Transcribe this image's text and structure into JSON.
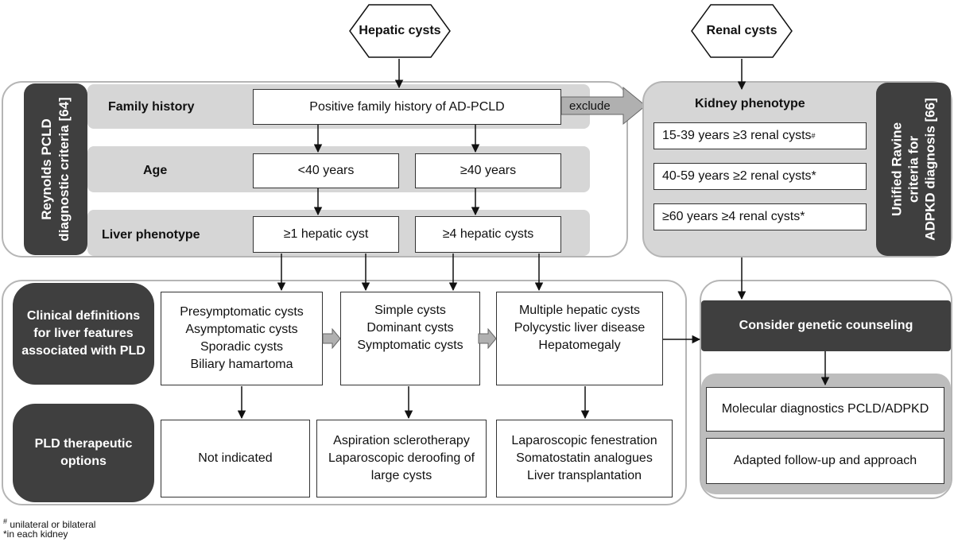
{
  "top": {
    "hepatic": "Hepatic cysts",
    "renal": "Renal cysts"
  },
  "reynolds": {
    "side_label_line1": "Reynolds  PCLD",
    "side_label_line2": "diagnostic criteria [64]",
    "rows": [
      {
        "label": "Family history"
      },
      {
        "label": "Age"
      },
      {
        "label": "Liver phenotype"
      }
    ],
    "family_box": "Positive family history of AD-PCLD",
    "age_under": "<40 years",
    "age_over": "≥40 years",
    "liver_under": "≥1 hepatic cyst",
    "liver_over": "≥4 hepatic cysts",
    "exclude": "exclude"
  },
  "ravine": {
    "title": "Kidney phenotype",
    "side_label_line1": "Unified Ravine",
    "side_label_line2": "criteria for",
    "side_label_line3": "ADPKD diagnosis [66]",
    "criteria": [
      {
        "text": "15-39 years ≥3  renal cysts",
        "mark": "#"
      },
      {
        "text": "40-59 years ≥2  renal cysts",
        "mark": "*"
      },
      {
        "text": "≥60 years ≥4  renal cysts",
        "mark": "*"
      }
    ]
  },
  "clinical": {
    "label_line1": "Clinical definitions",
    "label_line2": "for  liver features",
    "label_line3": "associated with PLD",
    "col1": [
      "Presymptomatic cysts",
      "Asymptomatic cysts",
      "Sporadic cysts",
      "Biliary hamartoma"
    ],
    "col2": [
      "Simple cysts",
      "Dominant cysts",
      "Symptomatic cysts"
    ],
    "col3": [
      "Multiple hepatic cysts",
      "Polycystic liver disease",
      "Hepatomegaly"
    ]
  },
  "therapy": {
    "label_line1": "PLD therapeutic",
    "label_line2": "options",
    "col1": [
      "Not indicated"
    ],
    "col2": [
      "Aspiration sclerotherapy",
      "Laparoscopic deroofing of",
      "large cysts"
    ],
    "col3": [
      "Laparoscopic fenestration",
      "Somatostatin analogues",
      "Liver transplantation"
    ]
  },
  "genetic": {
    "counseling": "Consider genetic counseling",
    "molecular": "Molecular diagnostics PCLD/ADPKD",
    "followup": "Adapted follow-up and approach"
  },
  "footnotes": {
    "hash_mark": "#",
    "hash_text": " unilateral or bilateral",
    "star_text": "*in each kidney"
  },
  "colors": {
    "dark_fill": "#3f3f3f",
    "band_fill": "#d6d6d6",
    "panel_border": "#b5b5b5",
    "arrow_fill": "#b0b0b0"
  }
}
